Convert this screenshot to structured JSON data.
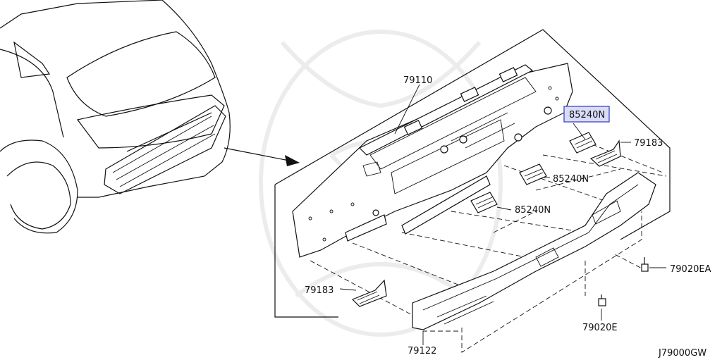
{
  "diagram": {
    "code": "J79000GW",
    "parts": {
      "panel_rear": "79110",
      "clip_top": "85240N",
      "bracket_right": "79183",
      "clip_mid": "85240N",
      "clip_low": "85240N",
      "bracket_left": "79183",
      "bolt_right": "79020EA",
      "bolt_center": "79020E",
      "finisher": "79122"
    },
    "highlight_color": "#3b45c8",
    "highlight_fill": "#d9dcf7"
  }
}
